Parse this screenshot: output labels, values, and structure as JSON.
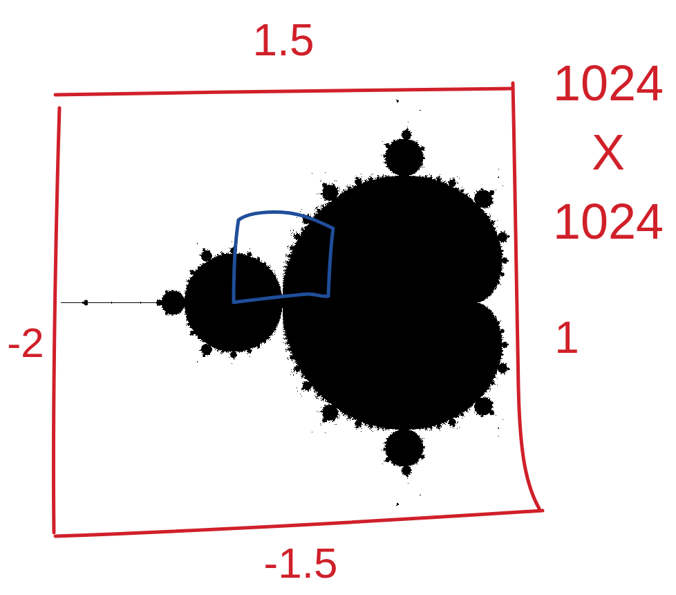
{
  "diagram": {
    "labels": [
      "1.5",
      "1024 X 1024",
      "-2",
      "1",
      "-1.5"
    ]
  }
}
